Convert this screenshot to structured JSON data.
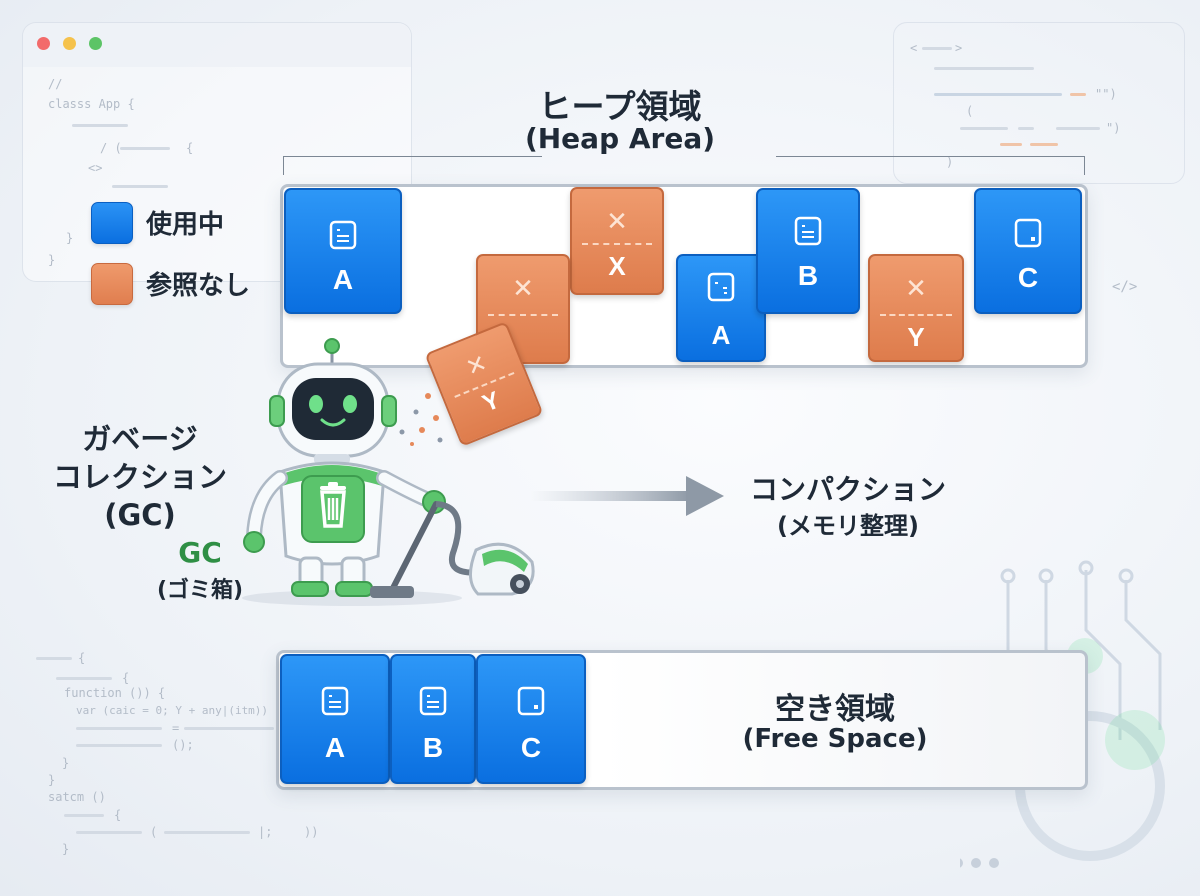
{
  "colors": {
    "in_use": "#1a84f0",
    "unreferenced": "#e8895a",
    "gc_accent": "#2f8f45",
    "text": "#1f2a37"
  },
  "code_snippets": {
    "top_left": [
      "//",
      "classs App {",
      "/ (",
      "{",
      "<>",
      "}",
      "}"
    ],
    "top_right": [
      "<",
      ">",
      "\"\")",
      "(",
      "\")",
      ")"
    ],
    "right_tag": "</>",
    "bottom_left": [
      "{",
      "{",
      "function ()) {",
      "var (caic = 0; Y + any|(itm))",
      "=",
      "();",
      "}",
      "}",
      "satcm ()",
      "{",
      "(",
      "|;",
      "))",
      "}"
    ]
  },
  "legend": {
    "in_use_label": "使用中",
    "unreferenced_label": "参照なし"
  },
  "heap": {
    "title": "ヒープ領域",
    "subtitle": "(Heap Area)",
    "blocks": [
      {
        "label": "A",
        "state": "in_use",
        "icon": "document-icon"
      },
      {
        "label": "X",
        "state": "unreferenced",
        "icon": "x-mark-icon"
      },
      {
        "label": "",
        "state": "unreferenced",
        "icon": "x-mark-icon"
      },
      {
        "label": "A",
        "state": "in_use",
        "icon": "terminal-icon"
      },
      {
        "label": "B",
        "state": "in_use",
        "icon": "document-icon"
      },
      {
        "label": "Y",
        "state": "unreferenced",
        "icon": "x-mark-icon"
      },
      {
        "label": "C",
        "state": "in_use",
        "icon": "frame-icon"
      }
    ],
    "flying_block": {
      "label": "Y",
      "state": "unreferenced",
      "icon": "x-mark-icon"
    }
  },
  "gc": {
    "title_lines": [
      "ガベージ",
      "コレクション",
      "(GC)"
    ],
    "bin_title": "GC",
    "bin_subtitle": "(ゴミ箱)",
    "robot_icon": "robot-icon",
    "vacuum_icon": "vacuum-cleaner-icon",
    "chest_icon": "trash-can-icon"
  },
  "compaction": {
    "title": "コンパクション",
    "subtitle": "(メモリ整理)"
  },
  "free_heap": {
    "blocks": [
      {
        "label": "A",
        "state": "in_use",
        "icon": "document-icon"
      },
      {
        "label": "B",
        "state": "in_use",
        "icon": "document-icon"
      },
      {
        "label": "C",
        "state": "in_use",
        "icon": "frame-icon"
      }
    ],
    "free_title": "空き領域",
    "free_subtitle": "(Free Space)"
  }
}
